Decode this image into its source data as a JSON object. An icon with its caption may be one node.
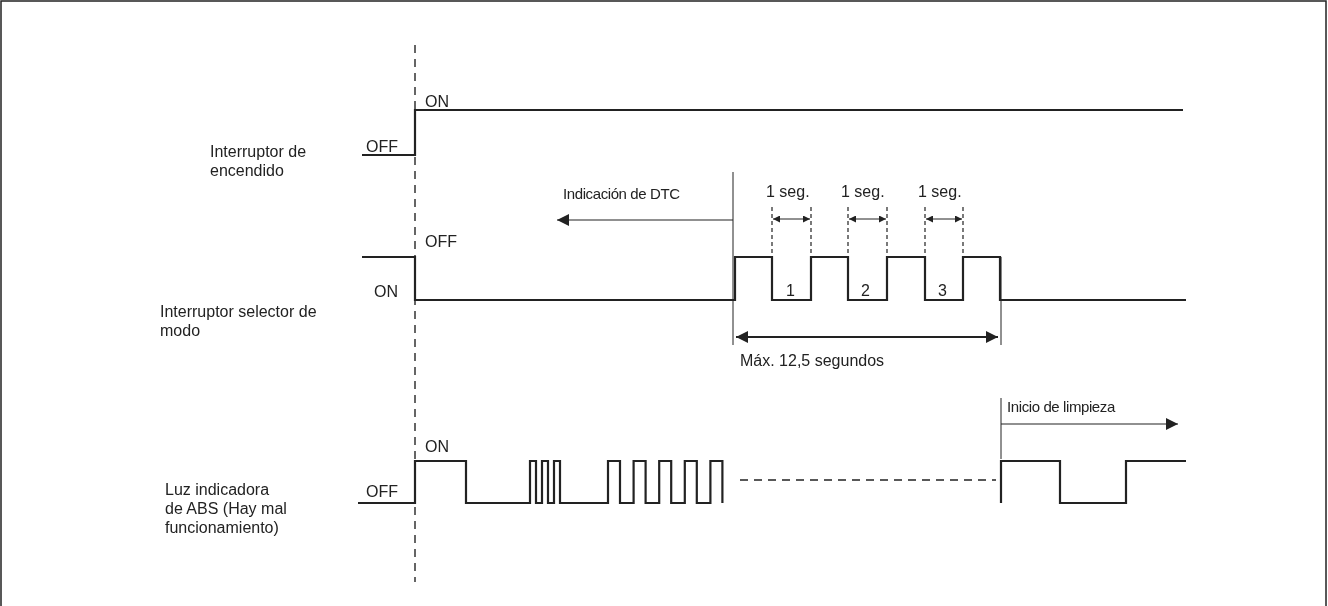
{
  "diagram": {
    "labels": [
      "ON",
      "OFF",
      "Interruptor de encendido",
      "Indicación de DTC",
      "1 seg.",
      "1 seg.",
      "1 seg.",
      "OFF",
      "ON",
      "Interruptor selector de modo",
      "1",
      "2",
      "3",
      "Máx. 12,5 segundos",
      "Inicio de limpieza",
      "ON",
      "OFF",
      "Luz indicadora de ABS (Hay mal funcionamiento)"
    ]
  }
}
